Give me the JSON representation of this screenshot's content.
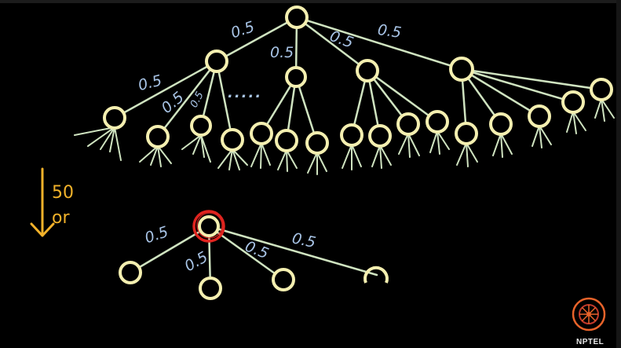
{
  "diagram": {
    "upper_tree": {
      "edge_labels": [
        "0.5",
        "0.5",
        "0.5",
        "0.5",
        "0.5",
        "0.5",
        "0.5"
      ],
      "ellipsis": "....."
    },
    "lower_tree": {
      "edge_labels": [
        "0.5",
        "0.5",
        "0.5",
        "0.5"
      ]
    },
    "side_note": [
      "50",
      "or"
    ],
    "logo_text": "NPTEL"
  },
  "colors": {
    "node": "#f4efb0",
    "edge": "#cfe3c0",
    "label": "#a8c4e6",
    "highlight": "#e0241f",
    "arrow": "#f2b22a",
    "logo": "#e8632a"
  }
}
